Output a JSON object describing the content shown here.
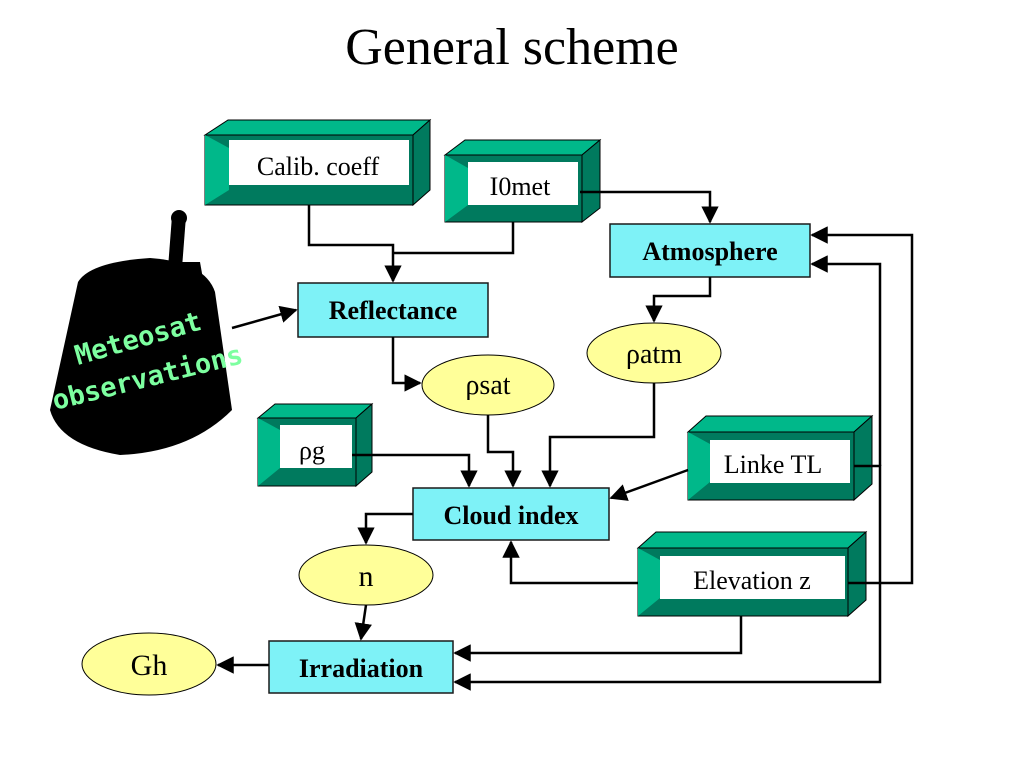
{
  "title": "General scheme",
  "colors": {
    "input_box_frame": "#007a5e",
    "input_box_light": "#00b88a",
    "process_box": "#7ef2f7",
    "ellipse": "#ffff99",
    "meteosat_text": "#7dffa0"
  },
  "inputs": {
    "calib": "Calib. coeff",
    "i0met": "I0met",
    "rho_g": "ρg",
    "linke": "Linke TL",
    "elevation": "Elevation z"
  },
  "processes": {
    "reflectance": "Reflectance",
    "atmosphere": "Atmosphere",
    "cloud_index": "Cloud index",
    "irradiation": "Irradiation"
  },
  "outputs": {
    "rho_sat": "ρsat",
    "rho_atm": "ρatm",
    "n": "n",
    "gh": "Gh"
  },
  "meteosat": {
    "line1": "Meteosat",
    "line2": "observations"
  }
}
